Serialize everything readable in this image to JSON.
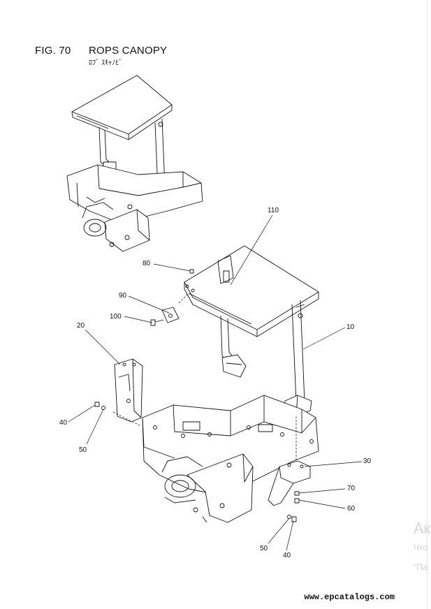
{
  "header": {
    "fig_number": "FIG. 70",
    "title": "ROPS CANOPY",
    "subtitle": "ﾛﾌﾞ ｽｷｬﾉﾋﾞ"
  },
  "callouts": [
    {
      "id": "110",
      "label": "110"
    },
    {
      "id": "80",
      "label": "80"
    },
    {
      "id": "90",
      "label": "90"
    },
    {
      "id": "100",
      "label": "100"
    },
    {
      "id": "10",
      "label": "10"
    },
    {
      "id": "20",
      "label": "20"
    },
    {
      "id": "40a",
      "label": "40"
    },
    {
      "id": "50a",
      "label": "50"
    },
    {
      "id": "30",
      "label": "30"
    },
    {
      "id": "70",
      "label": "70"
    },
    {
      "id": "60",
      "label": "60"
    },
    {
      "id": "50b",
      "label": "50"
    },
    {
      "id": "40b",
      "label": "40"
    }
  ],
  "footer": {
    "site": "www.epcatalogs.com"
  },
  "overlay": {
    "line1": "Ак",
    "line2": "Что",
    "line3": "\"Па"
  }
}
